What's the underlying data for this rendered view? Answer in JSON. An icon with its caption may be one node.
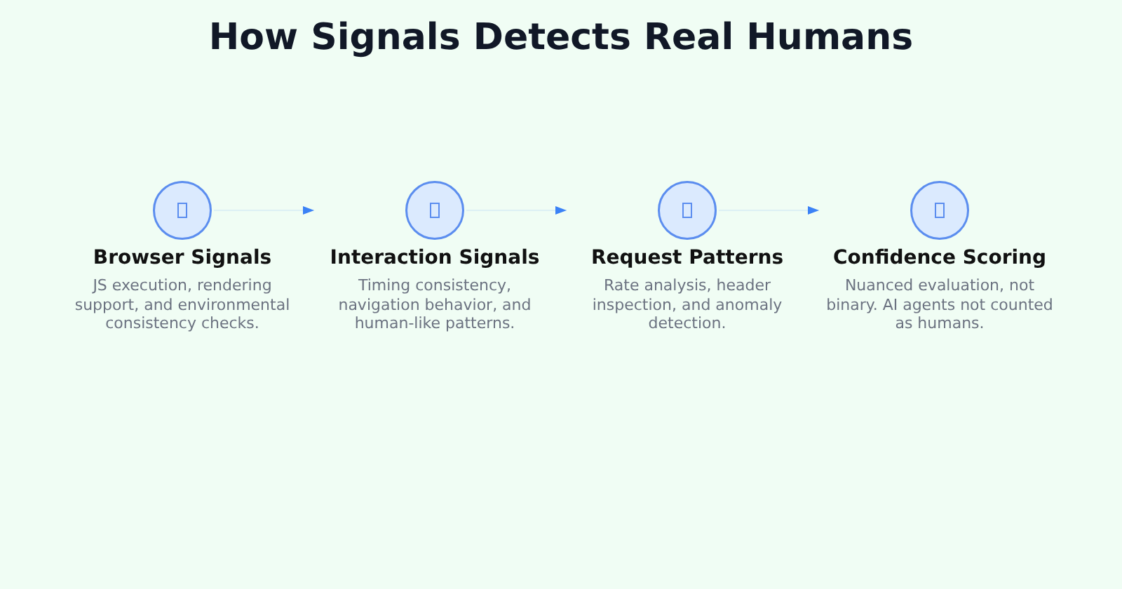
{
  "diagram": {
    "title": "How Signals Detects Real Humans",
    "nodes": [
      {
        "text": [
          "Browser Signals",
          "JS execution, rendering support, and environmental consistency checks."
        ]
      },
      {
        "text": [
          "Interaction Signals",
          "Timing consistency, navigation behavior, and human-like patterns."
        ]
      },
      {
        "text": [
          "Request Patterns",
          "Rate analysis, header inspection, and anomaly detection."
        ]
      },
      {
        "text": [
          "Confidence Scoring",
          "Nuanced evaluation, not binary. AI agents not counted as humans."
        ]
      }
    ],
    "edges": [
      {
        "from": 0,
        "to": 1,
        "arrow": "to"
      },
      {
        "from": 1,
        "to": 2,
        "arrow": "to"
      },
      {
        "from": 2,
        "to": 3,
        "arrow": "to"
      }
    ]
  }
}
